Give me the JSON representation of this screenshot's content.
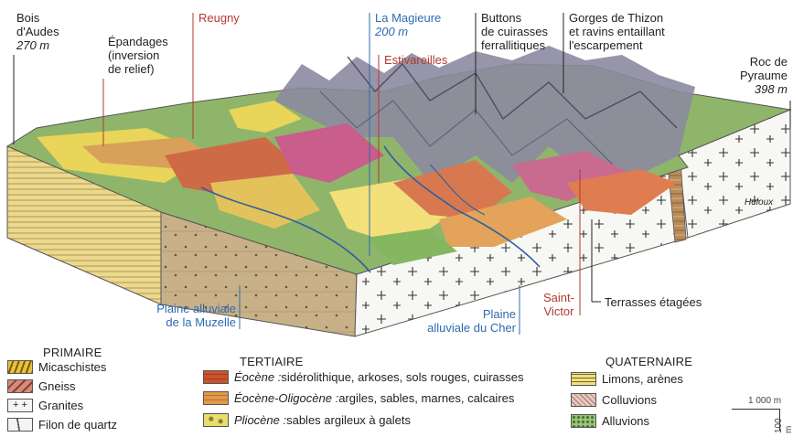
{
  "labels": {
    "bois": [
      "Bois",
      "d'Audes",
      "270 m"
    ],
    "epandages": [
      "Épandages",
      "(inversion",
      "de relief)"
    ],
    "reugny": "Reugny",
    "magieure": [
      "La Magieure",
      "200 m"
    ],
    "estivareilles": "Estivareilles",
    "buttons": [
      "Buttons",
      "de cuirasses",
      "ferrallitiques"
    ],
    "gorges": [
      "Gorges de Thizon",
      "et ravins entaillant",
      "l'escarpement"
    ],
    "roc": [
      "Roc de",
      "Pyraume",
      "398 m"
    ],
    "plaine_muzelle": [
      "Plaine alluviale",
      "de la Muzelle"
    ],
    "plaine_cher": [
      "Plaine",
      "alluviale du Cher"
    ],
    "saint_victor": [
      "Saint-",
      "Victor"
    ],
    "terrasses": "Terrasses étagées"
  },
  "legend": {
    "primaire": {
      "title": "PRIMAIRE",
      "items": [
        {
          "label": "Micaschistes",
          "color": "#e8c23a",
          "icon": "micaschist-pattern-icon"
        },
        {
          "label": "Gneiss",
          "color": "#d98a7a",
          "icon": "gneiss-pattern-icon"
        },
        {
          "label": "Granites",
          "color": "#f4f4f4",
          "icon": "granite-cross-pattern-icon"
        },
        {
          "label": "Filon de quartz",
          "color": "#f4f4f4",
          "icon": "quartz-vein-pattern-icon"
        }
      ]
    },
    "tertiaire": {
      "title": "TERTIAIRE",
      "items": [
        {
          "label_it": "Éocène :",
          "label": "sidérolithique, arkoses, sols rouges, cuirasses",
          "color": "#c9532e"
        },
        {
          "label_it": "Éocène-Oligocène :",
          "label": "argiles, sables, marnes, calcaires",
          "color": "#e29a4a"
        },
        {
          "label_it": "Pliocène :",
          "label": "sables argileux à galets",
          "color": "#e8df6a"
        }
      ]
    },
    "quaternaire": {
      "title": "QUATERNAIRE",
      "items": [
        {
          "label": "Limons, arènes",
          "color": "#f2e07a"
        },
        {
          "label": "Colluvions",
          "color": "#e9c6c0"
        },
        {
          "label": "Alluvions",
          "color": "#9cc77a"
        }
      ]
    }
  },
  "scale": {
    "horizontal": "1 000 m",
    "vertical": "100 m"
  },
  "signature": "Heloux",
  "colors": {
    "red_label": "#b23a2c",
    "blue_label": "#2e6bb0"
  }
}
